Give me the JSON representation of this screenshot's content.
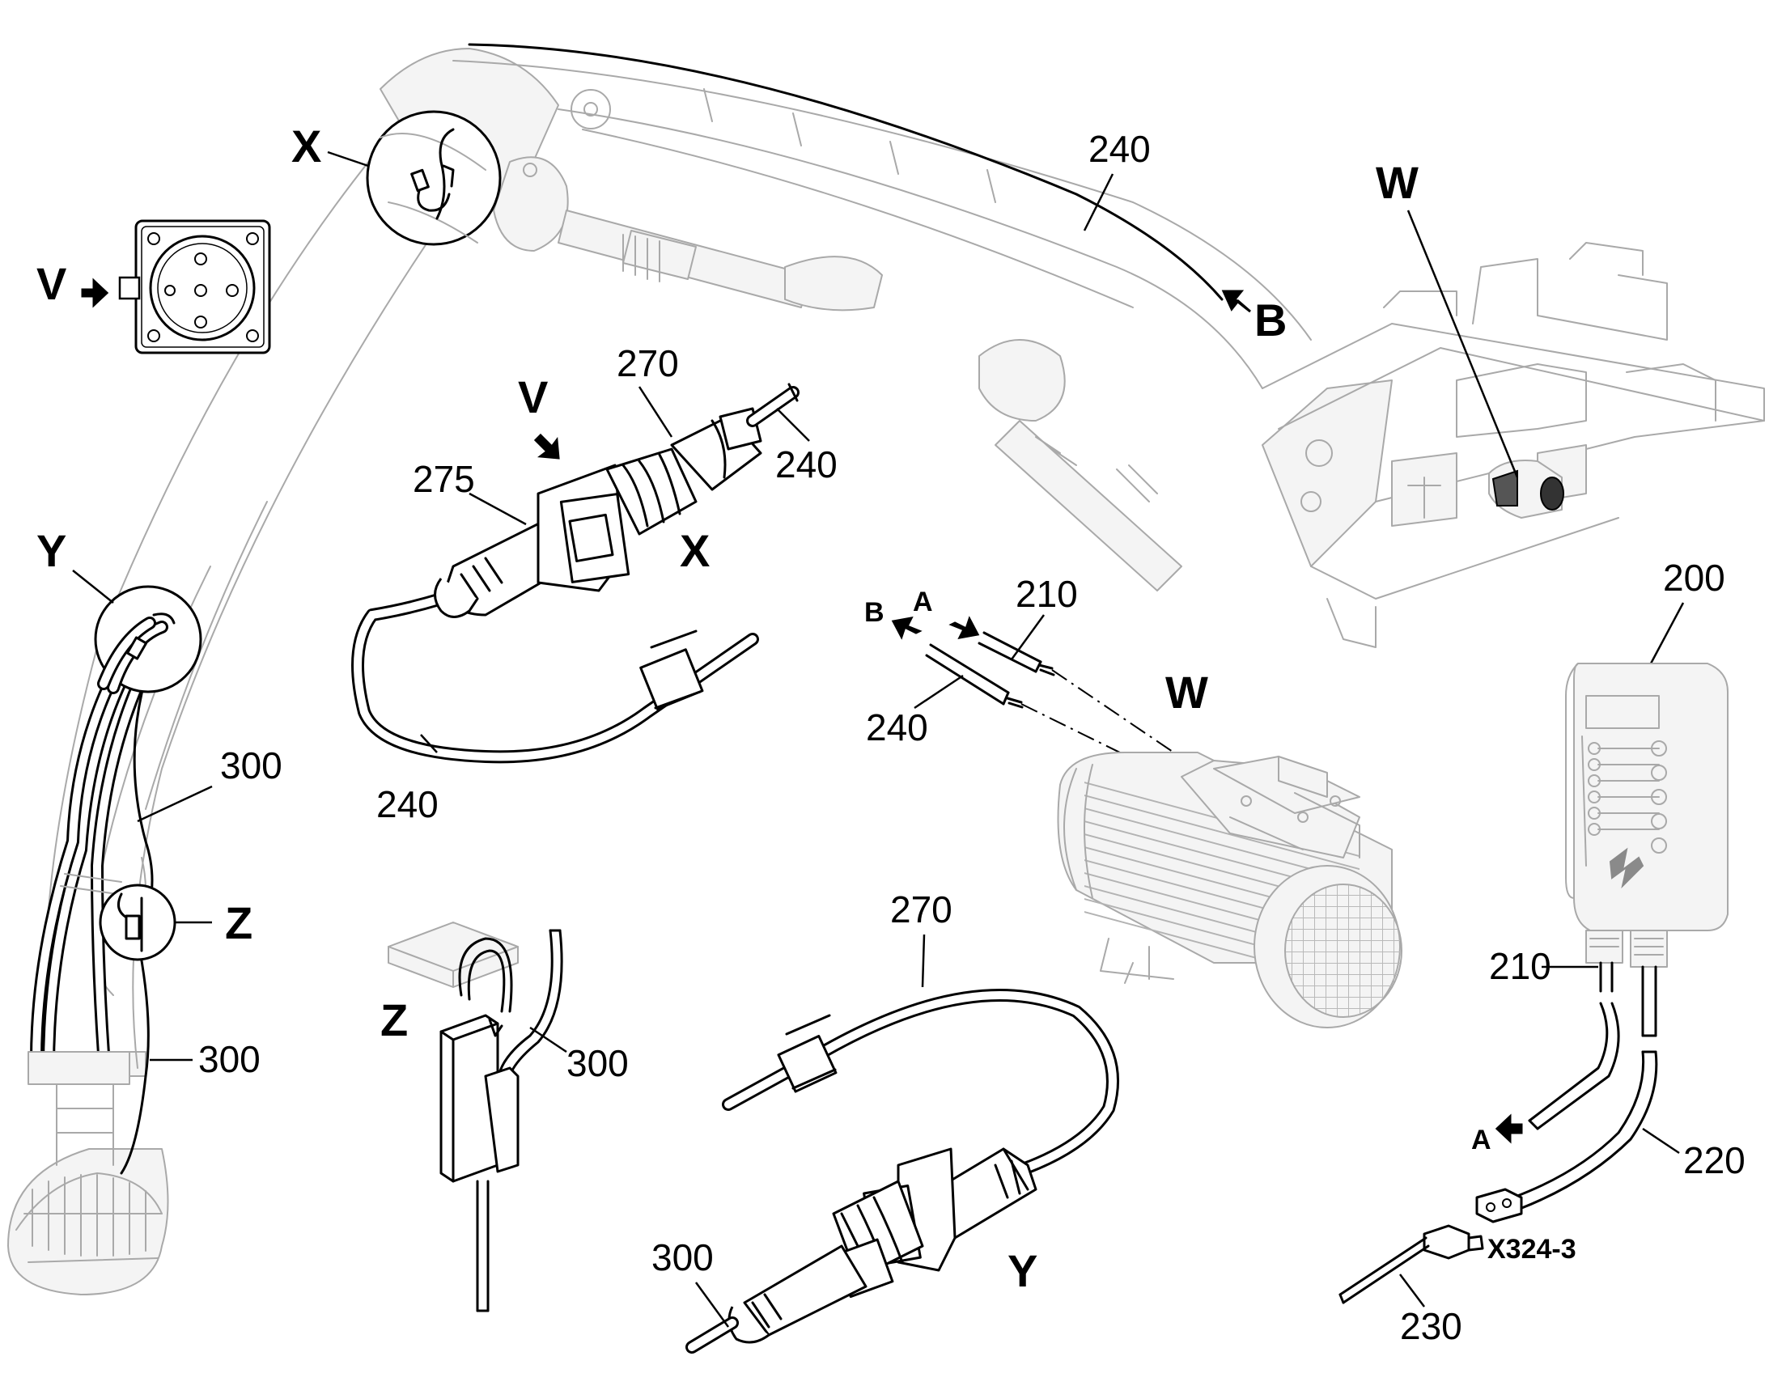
{
  "labels": {
    "n240_top": "240",
    "w_top": "W",
    "b_top": "B",
    "x_detail": "X",
    "v_detail": "V",
    "v_arrow": "V",
    "n270_top": "270",
    "n240_conn": "240",
    "n275": "275",
    "x_conn": "X",
    "n240_loop": "240",
    "y_detail": "Y",
    "n300_upper": "300",
    "z_detail": "Z",
    "n300_lower": "300",
    "z_big": "Z",
    "n300_z": "300",
    "b_mid": "B",
    "a_mid": "A",
    "n210_mid": "210",
    "n240_mid": "240",
    "w_motor": "W",
    "n200": "200",
    "n210_right": "210",
    "a_right": "A",
    "n220": "220",
    "x324": "X324-3",
    "n230": "230",
    "n270_bottom": "270",
    "n300_bottom": "300",
    "y_conn": "Y"
  },
  "colors": {
    "ink": "#000000",
    "ghost": "#a9a9a9",
    "ghost_fill": "#f4f4f4",
    "background": "#ffffff"
  },
  "icons": {
    "control_box_logo": "lightning-logo-icon",
    "view_arrow": "view-arrow-icon",
    "pin_socket": "socket-pins-icon"
  }
}
